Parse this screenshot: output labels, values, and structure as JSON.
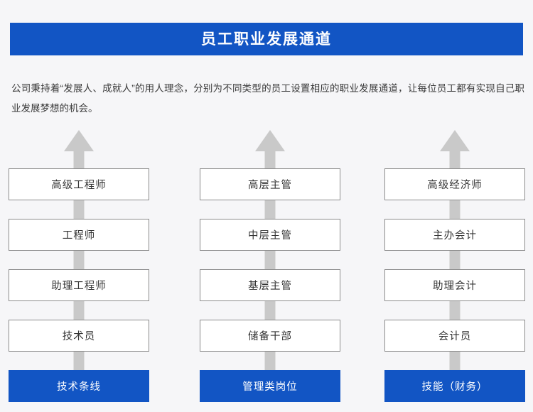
{
  "banner": {
    "title": "员工职业发展通道",
    "background_color": "#1255c4",
    "text_color": "#ffffff"
  },
  "intro": {
    "paragraph": "公司秉持着“发展人、成就人”的用人理念，分别为不同类型的员工设置相应的职业发展通道，让每位员工都有实现自己职业发展梦想的机会。"
  },
  "page": {
    "background_color": "#f6f6f8",
    "arrow_color": "#c9c9c9",
    "node_border_color": "#8c8c8c",
    "node_background_color": "#ffffff",
    "node_text_color": "#333333"
  },
  "columns": [
    {
      "id": "technical-track",
      "arrow_icon": "up-arrow-icon",
      "levels": [
        "高级工程师",
        "工程师",
        "助理工程师",
        "技术员"
      ],
      "base_label": "技术条线"
    },
    {
      "id": "management-track",
      "arrow_icon": "up-arrow-icon",
      "levels": [
        "高层主管",
        "中层主管",
        "基层主管",
        "储备干部"
      ],
      "base_label": "管理类岗位"
    },
    {
      "id": "finance-skill-track",
      "arrow_icon": "up-arrow-icon",
      "levels": [
        "高级经济师",
        "主办会计",
        "助理会计",
        "会计员"
      ],
      "base_label": "技能（财务）"
    }
  ]
}
